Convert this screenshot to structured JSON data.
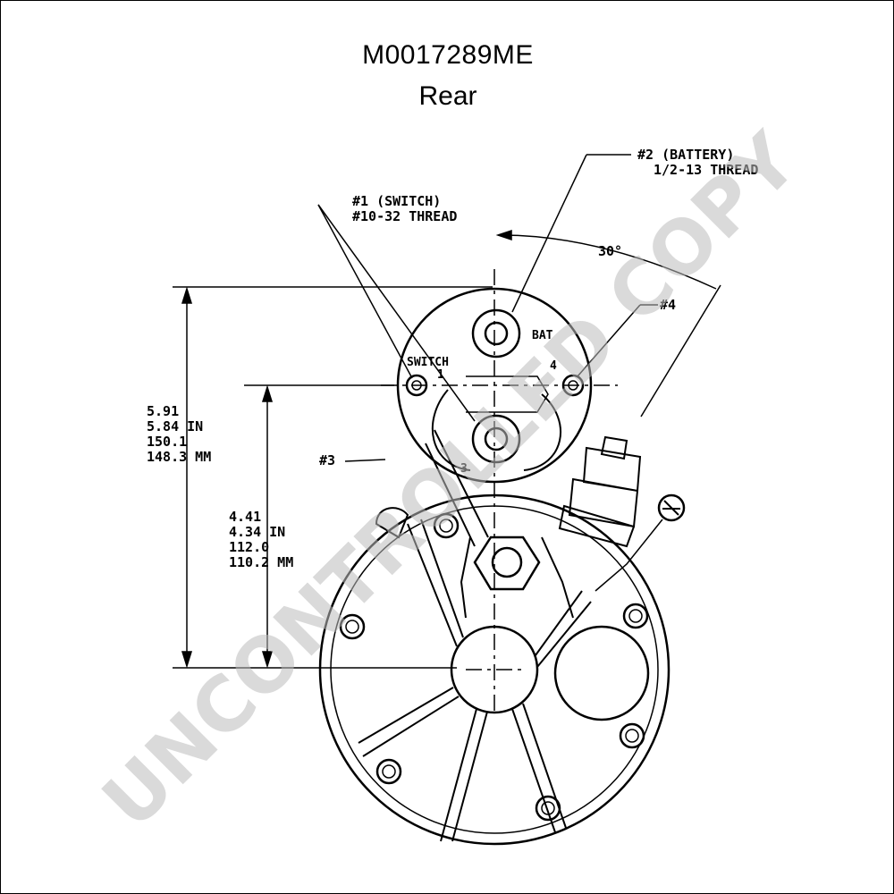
{
  "header": {
    "title": "M0017289ME",
    "subtitle": "Rear"
  },
  "callouts": {
    "terminal1_line1": "#1 (SWITCH)",
    "terminal1_line2": "#10-32 THREAD",
    "terminal2_line1": "#2 (BATTERY)",
    "terminal2_line2": "1/2-13 THREAD",
    "terminal3": "#3",
    "terminal4": "#4",
    "angle": "30°"
  },
  "terminal_labels": {
    "switch": "SWITCH",
    "one": "1",
    "bat": "BAT",
    "four": "4",
    "three": "3"
  },
  "dimensions": {
    "overall": [
      "5.91",
      "5.84 IN",
      "150.1",
      "148.3 MM"
    ],
    "center": [
      "4.41",
      "4.34 IN",
      "112.0",
      "110.2 MM"
    ]
  },
  "watermark": "UNCONTROLLED COPY",
  "colors": {
    "ink": "#000000",
    "watermark": "#bdbdbd"
  }
}
